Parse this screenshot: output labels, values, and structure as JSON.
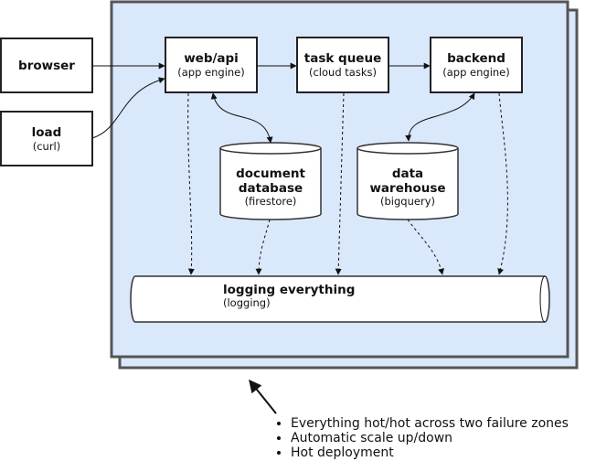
{
  "nodes": {
    "browser": {
      "title": "browser",
      "subtitle": ""
    },
    "load": {
      "title": "load",
      "subtitle": "(curl)"
    },
    "web_api": {
      "title": "web/api",
      "subtitle": "(app engine)"
    },
    "task_queue": {
      "title": "task queue",
      "subtitle": "(cloud tasks)"
    },
    "backend": {
      "title": "backend",
      "subtitle": "(app engine)"
    },
    "document_db": {
      "title_line1": "document",
      "title_line2": "database",
      "subtitle": "(firestore)"
    },
    "data_warehouse": {
      "title_line1": "data",
      "title_line2": "warehouse",
      "subtitle": "(bigquery)"
    },
    "logging": {
      "title": "logging everything",
      "subtitle": "(logging)"
    }
  },
  "notes": [
    "Everything hot/hot across two failure zones",
    "Automatic scale up/down",
    "Hot deployment"
  ]
}
